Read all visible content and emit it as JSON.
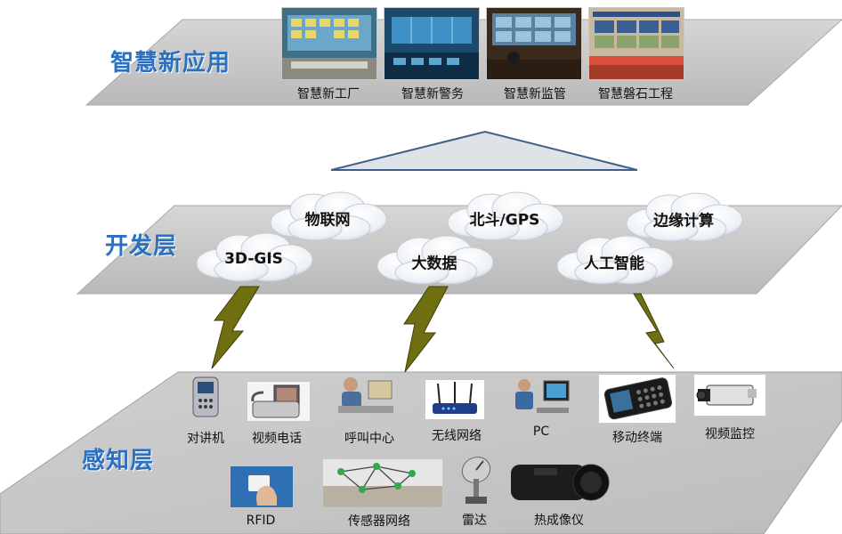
{
  "layers": {
    "application": {
      "title": "智慧新应用",
      "items": [
        {
          "label": "智慧新工厂"
        },
        {
          "label": "智慧新警务"
        },
        {
          "label": "智慧新监管"
        },
        {
          "label": "智慧磐石工程"
        }
      ]
    },
    "development": {
      "title": "开发层",
      "clouds": [
        {
          "label": "物联网"
        },
        {
          "label": "北斗/GPS"
        },
        {
          "label": "边缘计算"
        },
        {
          "label": "3D-GIS"
        },
        {
          "label": "大数据"
        },
        {
          "label": "人工智能"
        }
      ]
    },
    "perception": {
      "title": "感知层",
      "devices": [
        {
          "label": "对讲机"
        },
        {
          "label": "视频电话"
        },
        {
          "label": "呼叫中心"
        },
        {
          "label": "无线网络"
        },
        {
          "label": "PC"
        },
        {
          "label": "移动终端"
        },
        {
          "label": "视频监控"
        },
        {
          "label": "RFID"
        },
        {
          "label": "传感器网络"
        },
        {
          "label": "雷达"
        },
        {
          "label": "热成像仪"
        }
      ]
    }
  },
  "colors": {
    "title_blue": "#2a6fc0",
    "plane_fill": "#c8c8c8",
    "plane_edge": "#9a9a9a",
    "bolt": "#7a7a12",
    "triangle_edge": "#3e5f8a"
  }
}
